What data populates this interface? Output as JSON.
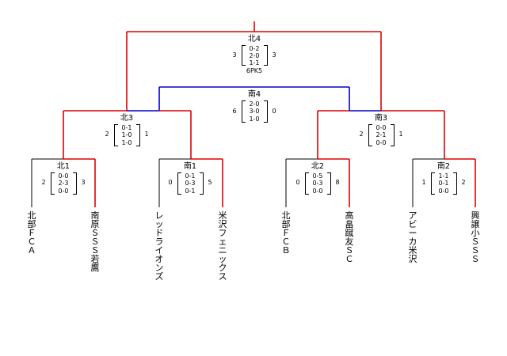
{
  "colors": {
    "winner": "#e00000",
    "loser": "#000000",
    "semi_loser": "#0000cc"
  },
  "teams": [
    {
      "name": "北部ＦＣ　Ａ"
    },
    {
      "name": "南原ＳＳＳ若鷹"
    },
    {
      "name": "レッドライオンズ"
    },
    {
      "name": "米沢フェニックス"
    },
    {
      "name": "北部ＦＣ　Ｂ"
    },
    {
      "name": "高畠蹴友ＳＣ"
    },
    {
      "name": "アビーカ米沢"
    },
    {
      "name": "興譲小ＳＳＳ"
    }
  ],
  "matches": {
    "hoku1": {
      "title": "北1",
      "left": "2",
      "right": "3",
      "halves": [
        "0-0",
        "2-3",
        "0-0"
      ]
    },
    "minami1": {
      "title": "南1",
      "left": "0",
      "right": "5",
      "halves": [
        "0-1",
        "0-3",
        "0-1"
      ]
    },
    "hoku2": {
      "title": "北2",
      "left": "0",
      "right": "8",
      "halves": [
        "0-5",
        "0-3",
        "0-0"
      ]
    },
    "minami2": {
      "title": "南2",
      "left": "1",
      "right": "2",
      "halves": [
        "1-1",
        "0-1",
        "0-0"
      ]
    },
    "hoku3": {
      "title": "北3",
      "left": "2",
      "right": "1",
      "halves": [
        "0-1",
        "1-0",
        "1-0"
      ]
    },
    "minami3": {
      "title": "南3",
      "left": "2",
      "right": "1",
      "halves": [
        "0-0",
        "2-1",
        "0-0"
      ]
    },
    "minami4": {
      "title": "南4",
      "left": "6",
      "right": "0",
      "halves": [
        "2-0",
        "3-0",
        "1-0"
      ]
    },
    "hoku4": {
      "title": "北4",
      "left": "3",
      "right": "3",
      "halves": [
        "0-2",
        "2-0",
        "1-1"
      ],
      "pk": "6PK5"
    }
  }
}
